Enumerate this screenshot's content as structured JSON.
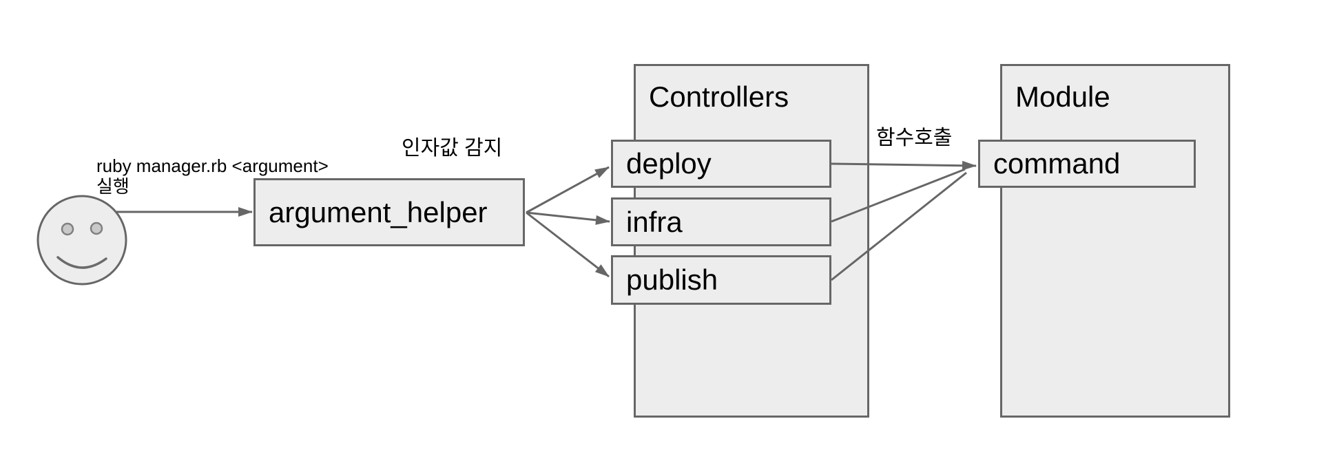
{
  "diagram": {
    "actor": {
      "type": "user-smiley"
    },
    "containers": {
      "controllers": {
        "title": "Controllers"
      },
      "module": {
        "title": "Module"
      }
    },
    "nodes": {
      "argument_helper": {
        "label": "argument_helper"
      },
      "deploy": {
        "label": "deploy"
      },
      "infra": {
        "label": "infra"
      },
      "publish": {
        "label": "publish"
      },
      "command": {
        "label": "command"
      }
    },
    "edges": {
      "run": {
        "from": "user",
        "to": "argument_helper",
        "label_line1": "ruby manager.rb <argument>",
        "label_line2": "실행"
      },
      "detect": {
        "from": "argument_helper",
        "to": [
          "deploy",
          "infra",
          "publish"
        ],
        "label": "인자값 감지"
      },
      "call": {
        "from": [
          "deploy",
          "infra",
          "publish"
        ],
        "to": "command",
        "label": "함수호출"
      }
    },
    "colors": {
      "shape_fill": "#ededed",
      "shape_stroke": "#666666",
      "eye_fill": "#c9c9c9",
      "text": "#000000",
      "background": "#ffffff"
    }
  }
}
